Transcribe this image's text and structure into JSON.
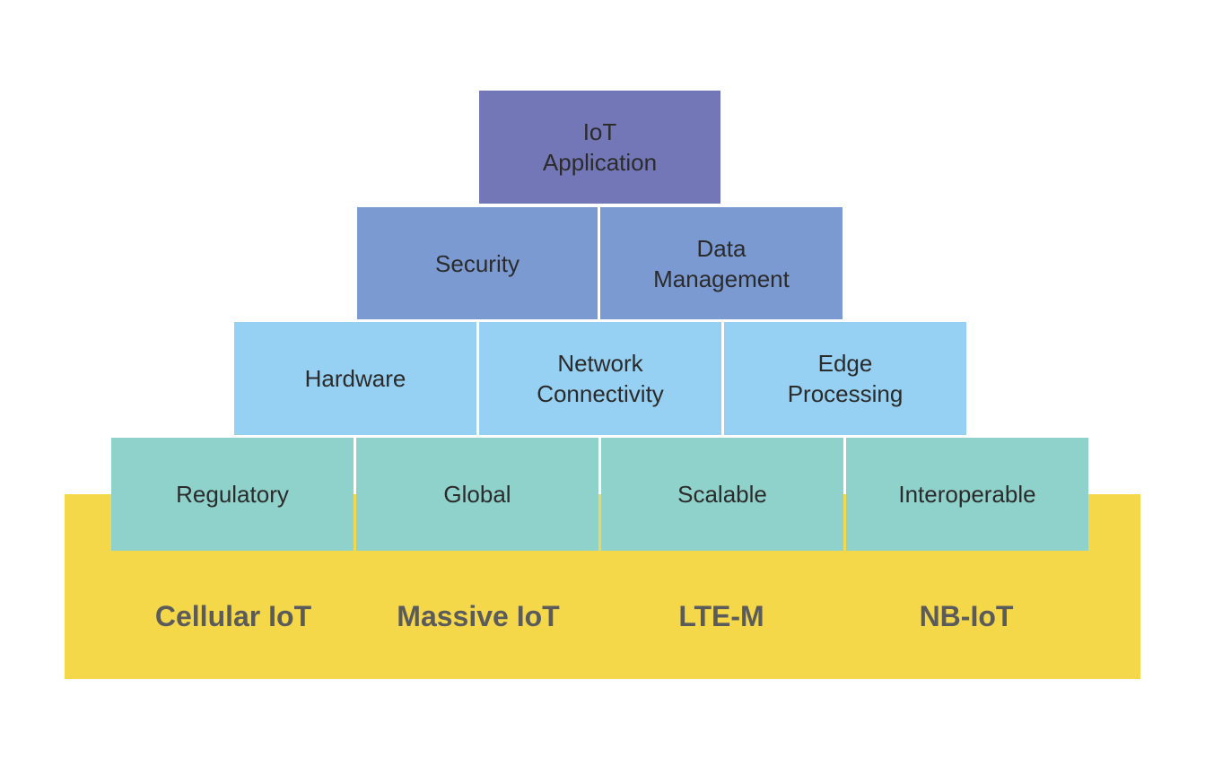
{
  "pyramid": {
    "top": [
      {
        "label": "IoT\nApplication"
      }
    ],
    "level2": [
      {
        "label": "Security"
      },
      {
        "label": "Data\nManagement"
      }
    ],
    "level3": [
      {
        "label": "Hardware"
      },
      {
        "label": "Network\nConnectivity"
      },
      {
        "label": "Edge\nProcessing"
      }
    ],
    "level4": [
      {
        "label": "Regulatory"
      },
      {
        "label": "Global"
      },
      {
        "label": "Scalable"
      },
      {
        "label": "Interoperable"
      }
    ]
  },
  "base": {
    "labels": [
      "Cellular IoT",
      "Massive IoT",
      "LTE-M",
      "NB-IoT"
    ]
  },
  "colors": {
    "top": "#7477b7",
    "level2": "#7b9ad2",
    "level3": "#96d0f2",
    "level4": "#8fd2cb",
    "base": "#f5d84a",
    "base_text": "#5b5b5b"
  }
}
